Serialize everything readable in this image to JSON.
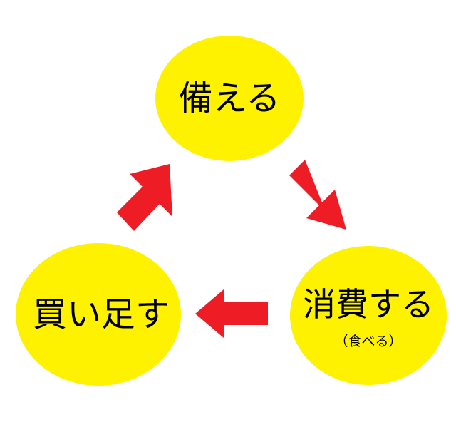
{
  "diagram": {
    "nodes": [
      {
        "id": "prepare",
        "label": "備える",
        "sublabel": ""
      },
      {
        "id": "consume",
        "label": "消費する",
        "sublabel": "（食べる）"
      },
      {
        "id": "restock",
        "label": "買い足す",
        "sublabel": ""
      }
    ],
    "edges": [
      {
        "from": "prepare",
        "to": "consume"
      },
      {
        "from": "consume",
        "to": "restock"
      },
      {
        "from": "restock",
        "to": "prepare"
      }
    ]
  },
  "colors": {
    "node_fill": "#fff200",
    "arrow_fill": "#ee1c25",
    "text": "#000000",
    "background": "#ffffff"
  }
}
